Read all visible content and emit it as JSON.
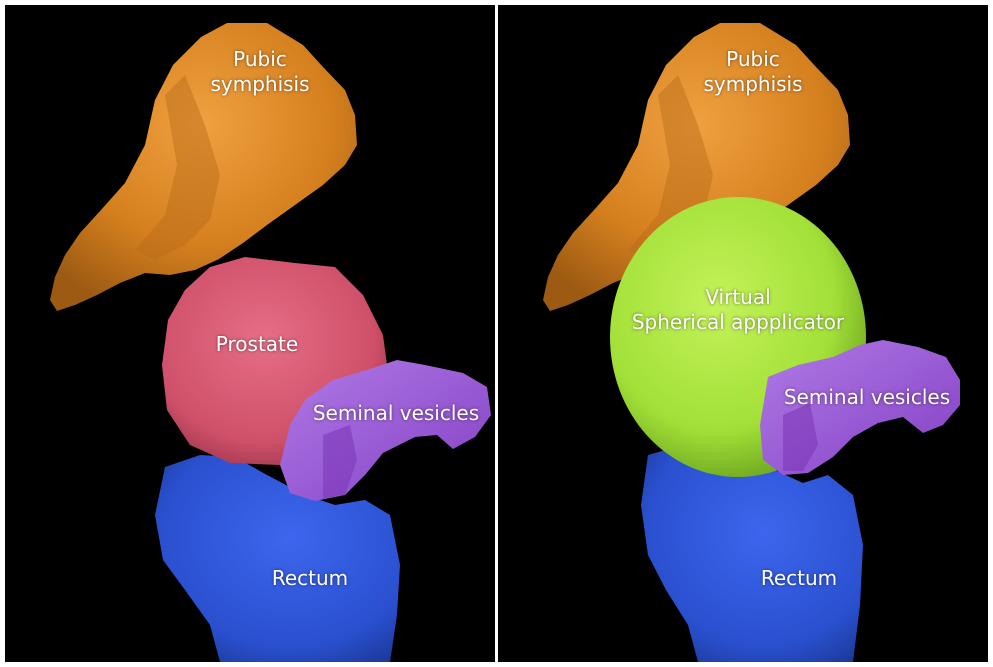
{
  "left_panel": {
    "labels": {
      "pubic_line1": "Pubic",
      "pubic_line2": "symphisis",
      "prostate": "Prostate",
      "seminal": "Seminal vesicles",
      "rectum": "Rectum"
    }
  },
  "right_panel": {
    "labels": {
      "pubic_line1": "Pubic",
      "pubic_line2": "symphisis",
      "applicator_line1": "Virtual",
      "applicator_line2": "Spherical appplicator",
      "seminal": "Seminal vesicles",
      "rectum": "Rectum"
    }
  },
  "colors": {
    "background": "#000000",
    "bone": "#e08c2a",
    "prostate": "#d4566e",
    "seminal_vesicles": "#9b57d6",
    "rectum": "#2f57d8",
    "applicator": "#a7e43c",
    "label_text": "#ffffff"
  }
}
